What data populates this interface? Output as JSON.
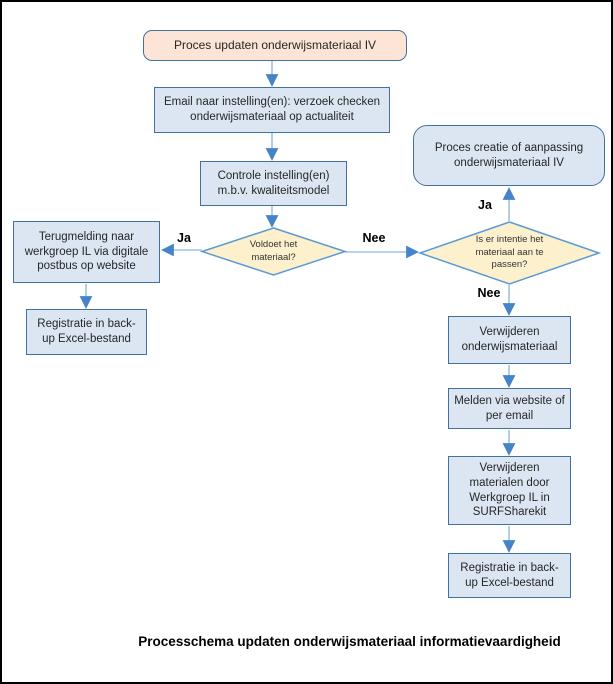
{
  "diagram": {
    "title": "Processchema updaten onderwijsmateriaal informatievaardigheid",
    "nodes": {
      "start": "Proces updaten onderwijsmateriaal IV",
      "email": "Email naar instelling(en): verzoek checken onderwijsmateriaal op actualiteit",
      "controle": "Controle instelling(en) m.b.v. kwaliteitsmodel",
      "decision_voldoet": "Voldoet het materiaal?",
      "terugmelding": "Terugmelding naar werkgroep IL via digitale postbus op website",
      "registratie_links": "Registratie in back-up Excel-bestand",
      "decision_intentie": "Is er intentie het materiaal aan te passen?",
      "proces_creatie": "Proces creatie of aanpassing onderwijsmateriaal IV",
      "verwijderen": "Verwijderen onderwijsmateriaal",
      "melden": "Melden via website of per email",
      "verwijderen_werkgroep": "Verwijderen materialen door Werkgroep IL in SURFSharekit",
      "registratie_rechts": "Registratie in back-up Excel-bestand"
    },
    "labels": {
      "ja_links": "Ja",
      "nee_rechts": "Nee",
      "ja_omhoog": "Ja",
      "nee_omlaag": "Nee"
    },
    "colors": {
      "box_fill": "#dce6f2",
      "box_border": "#41719c",
      "start_fill": "#fce5d6",
      "diamond_fill": "#fcf0cd",
      "diamond_border": "#5b9bd5",
      "arrow_line": "#9dc3e6",
      "arrow_head": "#4584c7",
      "text": "#262626",
      "title_text": "#000000"
    }
  }
}
